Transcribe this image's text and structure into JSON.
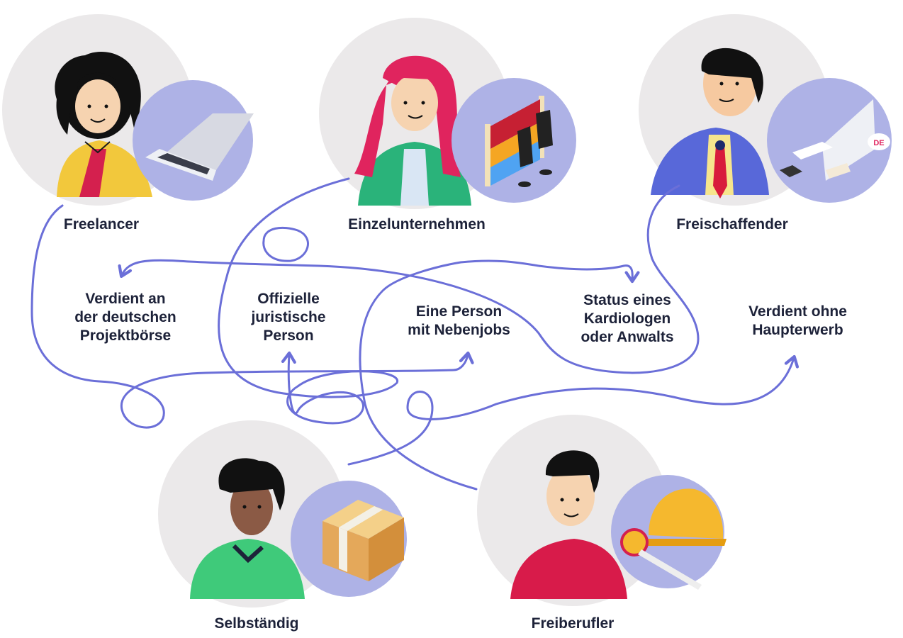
{
  "colors": {
    "path": "#6b6fd8",
    "big_circle": "#ebe9ea",
    "small_circle": "#aeb2e6",
    "text": "#1d2239"
  },
  "people": [
    {
      "id": "freelancer",
      "name": "Freelancer",
      "prop_icon": "laptop-icon"
    },
    {
      "id": "einzelunternehmen",
      "name": "Einzelunternehmen",
      "prop_icon": "clothing-rack-icon"
    },
    {
      "id": "freischaffender",
      "name": "Freischaffender",
      "prop_icon": "computer-desk-icon",
      "mug_text": "DE"
    },
    {
      "id": "selbstaendig",
      "name": "Selbständig",
      "prop_icon": "cardboard-box-icon"
    },
    {
      "id": "freiberufler",
      "name": "Freiberufler",
      "prop_icon": "hard-hat-tape-measure-icon"
    }
  ],
  "descriptions": [
    {
      "id": "projektboerse",
      "lines": [
        "Verdient an",
        "der deutschen",
        "Projektbörse"
      ]
    },
    {
      "id": "juristische",
      "lines": [
        "Offizielle",
        "juristische",
        "Person"
      ]
    },
    {
      "id": "nebenjobs",
      "lines": [
        "Eine Person",
        "mit Nebenjobs"
      ]
    },
    {
      "id": "kardiologe",
      "lines": [
        "Status eines",
        "Kardiologen",
        "oder Anwalts"
      ]
    },
    {
      "id": "haupterwerb",
      "lines": [
        "Verdient ohne",
        "Haupterwerb"
      ]
    }
  ]
}
